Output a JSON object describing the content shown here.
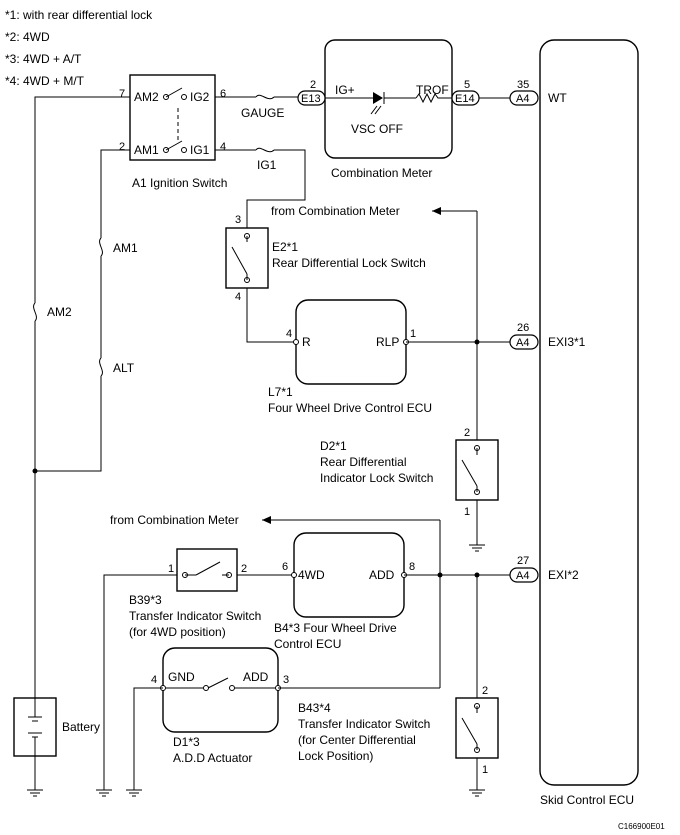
{
  "notes": [
    "*1: with rear differential lock",
    "*2: 4WD",
    "*3: 4WD + A/T",
    "*4: 4WD + M/T"
  ],
  "ignition_switch": {
    "name": "A1 Ignition Switch",
    "pins": {
      "am2": "AM2",
      "ig2": "IG2",
      "am1": "AM1",
      "ig1": "IG1"
    },
    "pin_numbers": {
      "am2": "7",
      "ig2": "6",
      "am1": "2",
      "ig1": "4"
    }
  },
  "fuses": {
    "gauge": "GAUGE",
    "ig1": "IG1",
    "am1": "AM1",
    "am2": "AM2",
    "alt": "ALT"
  },
  "combination_meter": {
    "name": "Combination Meter",
    "ig_label": "IG+",
    "trof_label": "TROF",
    "lamp_label": "VSC OFF",
    "connector_in": "E13",
    "pin_in": "2",
    "connector_out": "E14",
    "pin_out": "5"
  },
  "skid_ecu": {
    "name": "Skid Control ECU",
    "wt": {
      "connector": "A4",
      "pin": "35",
      "label": "WT"
    },
    "exi3": {
      "connector": "A4",
      "pin": "26",
      "label": "EXI3*1"
    },
    "exi": {
      "connector": "A4",
      "pin": "27",
      "label": "EXI*2"
    }
  },
  "from_meter_1": "from Combination Meter",
  "from_meter_2": "from Combination Meter",
  "rear_diff_switch": {
    "id": "E2*1",
    "name": "Rear Differential Lock Switch",
    "pin_top": "3",
    "pin_bottom": "4"
  },
  "fwd_ecu_l7": {
    "id": "L7*1",
    "name": "Four Wheel Drive Control ECU",
    "r_label": "R",
    "r_pin": "4",
    "rlp_label": "RLP",
    "rlp_pin": "1"
  },
  "rear_diff_indicator": {
    "id": "D2*1",
    "line1": "Rear Differential",
    "line2": "Indicator Lock Switch",
    "pin_top": "2",
    "pin_bottom": "1"
  },
  "transfer_switch_b39": {
    "id": "B39*3",
    "line1": "Transfer Indicator Switch",
    "line2": "(for 4WD position)",
    "pin_left": "1",
    "pin_right": "2"
  },
  "fwd_ecu_b4": {
    "line1": "B4*3 Four Wheel Drive",
    "line2": "Control ECU",
    "in_label": "4WD",
    "in_pin": "6",
    "out_label": "ADD",
    "out_pin": "8"
  },
  "add_actuator": {
    "id": "D1*3",
    "name": "A.D.D Actuator",
    "gnd_label": "GND",
    "gnd_pin": "4",
    "add_label": "ADD",
    "add_pin": "3"
  },
  "transfer_switch_b43": {
    "id": "B43*4",
    "line1": "Transfer Indicator Switch",
    "line2": "(for Center Differential",
    "line3": "Lock Position)",
    "pin_top": "2",
    "pin_bottom": "1"
  },
  "battery_label": "Battery",
  "figure_code": "C166900E01"
}
